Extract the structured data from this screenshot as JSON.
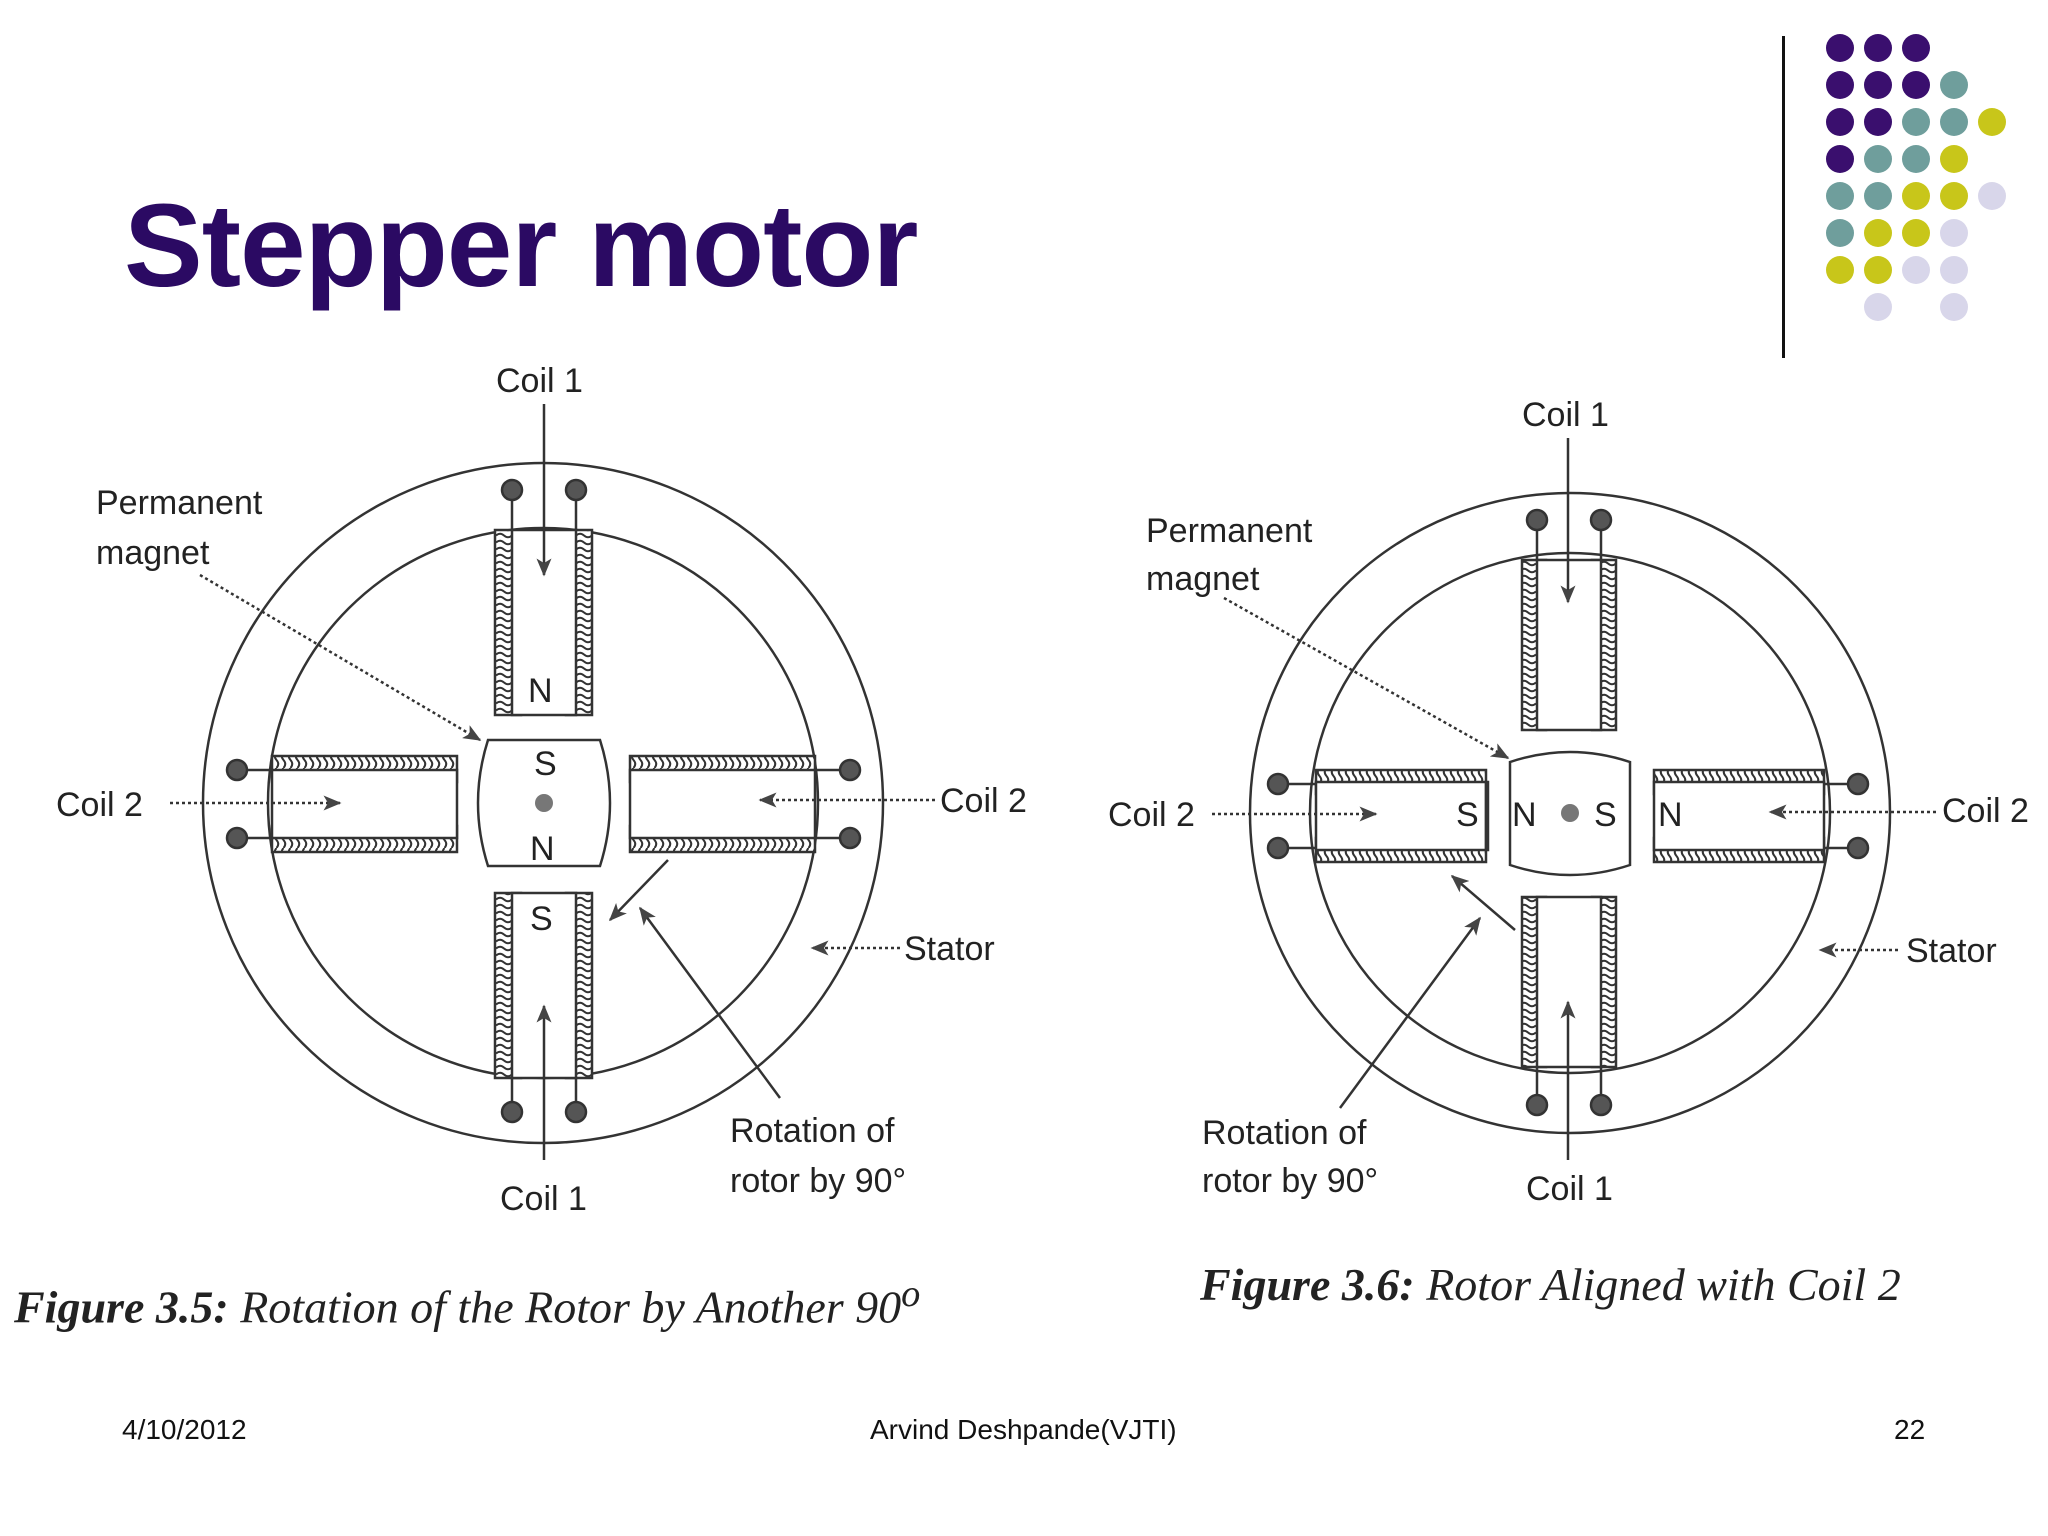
{
  "slide": {
    "title": "Stepper motor",
    "footer": {
      "date": "4/10/2012",
      "author": "Arvind Deshpande(VJTI)",
      "page": "22"
    }
  },
  "colors": {
    "title": "#2b0a63",
    "dot_purple": "#3a0f6e",
    "dot_teal": "#6f9e9c",
    "dot_yellow": "#c8c61a",
    "dot_lavender": "#d8d6ea",
    "diagram_line": "#333333"
  },
  "figure_left": {
    "caption_prefix": "Figure 3.5:",
    "caption_text": "Rotation of the Rotor by Another 90",
    "caption_sup": "o",
    "labels": {
      "coil1_top": "Coil 1",
      "coil1_bottom": "Coil 1",
      "coil2_left": "Coil 2",
      "coil2_right": "Coil 2",
      "permanent_line1": "Permanent",
      "permanent_line2": "magnet",
      "stator": "Stator",
      "rotation_line1": "Rotation of",
      "rotation_line2": "rotor by 90°",
      "pole_top_coil": "N",
      "pole_bottom_coil": "S",
      "rotor_top": "S",
      "rotor_bottom": "N"
    }
  },
  "figure_right": {
    "caption_prefix": "Figure 3.6:",
    "caption_text": "Rotor Aligned with Coil 2",
    "labels": {
      "coil1_top": "Coil 1",
      "coil1_bottom": "Coil 1",
      "coil2_left": "Coil 2",
      "coil2_right": "Coil 2",
      "permanent_line1": "Permanent",
      "permanent_line2": "magnet",
      "stator": "Stator",
      "rotation_line1": "Rotation of",
      "rotation_line2": "rotor by 90°",
      "pole_left_coil": "S",
      "pole_right_coil": "N",
      "rotor_left": "N",
      "rotor_right": "S"
    }
  }
}
